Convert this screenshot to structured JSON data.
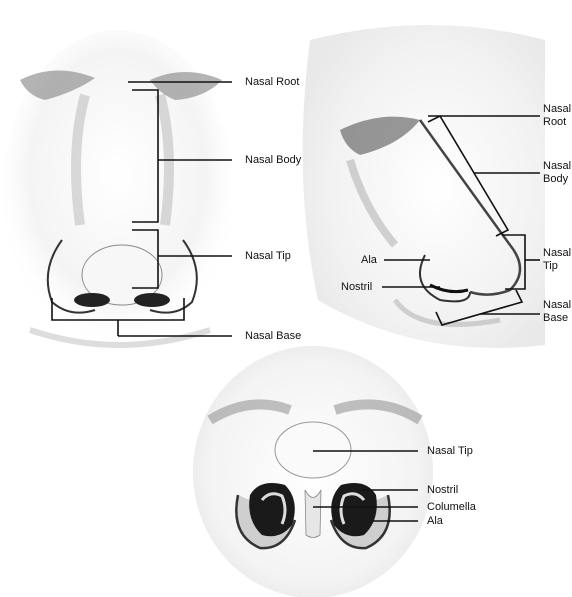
{
  "front_view": {
    "labels": {
      "nasal_root": "Nasal Root",
      "nasal_body": "Nasal Body",
      "nasal_tip": "Nasal Tip",
      "nasal_base": "Nasal Base"
    }
  },
  "side_view": {
    "labels": {
      "nasal_root_line1": "Nasal",
      "nasal_root_line2": "Root",
      "nasal_body_line1": "Nasal",
      "nasal_body_line2": "Body",
      "nasal_tip_line1": "Nasal",
      "nasal_tip_line2": "Tip",
      "nasal_base_line1": "Nasal",
      "nasal_base_line2": "Base",
      "ala": "Ala",
      "nostril": "Nostril"
    }
  },
  "bottom_view": {
    "labels": {
      "nasal_tip": "Nasal Tip",
      "nostril": "Nostril",
      "columella": "Columella",
      "ala": "Ala"
    }
  },
  "colors": {
    "line": "#111111",
    "sketch": "#555555",
    "background": "#ffffff"
  }
}
